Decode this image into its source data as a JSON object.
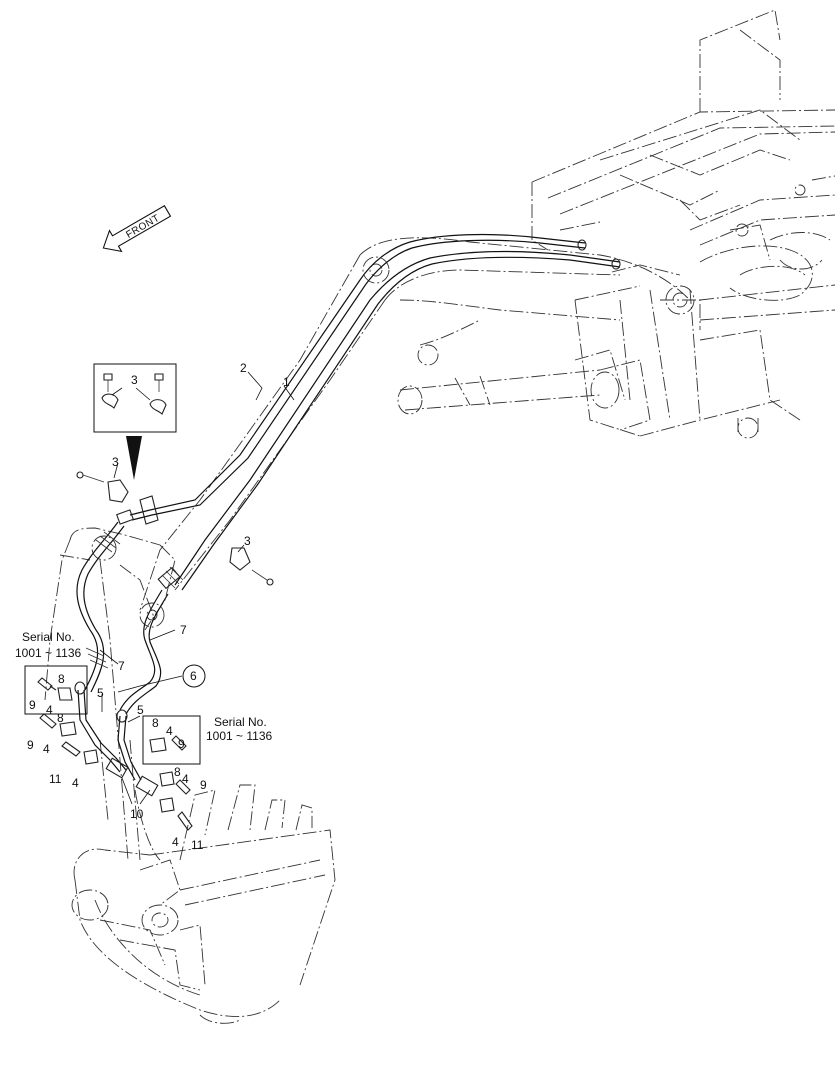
{
  "front_arrow": {
    "label": "FRONT"
  },
  "serial_notes": [
    {
      "line1": "Serial No.",
      "line2": "1001 ~ 1136"
    },
    {
      "line1": "Serial No.",
      "line2": "1001 ~ 1136"
    }
  ],
  "callouts": {
    "c1": "1",
    "c2": "2",
    "c3a": "3",
    "c3b": "3",
    "c3c": "3",
    "c4a": "4",
    "c4b": "4",
    "c4c": "4",
    "c4d": "4",
    "c4e": "4",
    "c4f": "4",
    "c5a": "5",
    "c5b": "5",
    "c6": "6",
    "c7a": "7",
    "c7b": "7",
    "c8a": "8",
    "c8b": "8",
    "c8c": "8",
    "c8d": "8",
    "c9a": "9",
    "c9b": "9",
    "c9c": "9",
    "c9d": "9",
    "c10": "10",
    "c11a": "11",
    "c11b": "11"
  }
}
